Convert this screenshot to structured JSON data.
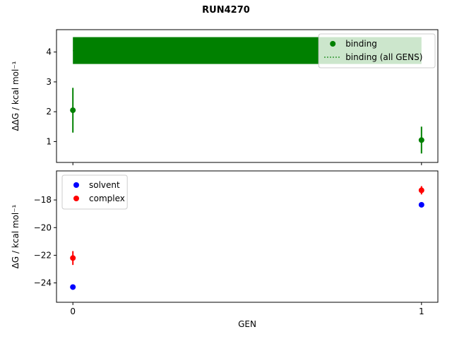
{
  "figure": {
    "title": "RUN4270",
    "xlabel": "GEN",
    "background": "#ffffff"
  },
  "chart_data": [
    {
      "type": "scatter",
      "subplot": "top",
      "ylabel": "ΔΔG / kcal mol⁻¹",
      "xlim": [
        -0.047,
        1.047
      ],
      "ylim": [
        0.3,
        4.75
      ],
      "yticks": [
        1,
        2,
        3,
        4
      ],
      "xticks": [
        0,
        1
      ],
      "show_xticklabels": false,
      "series": [
        {
          "name": "binding",
          "color": "#008000",
          "x": [
            0,
            1
          ],
          "y": [
            2.05,
            1.05
          ],
          "yerr": [
            0.75,
            0.45
          ]
        }
      ],
      "band": {
        "name": "binding (all GENS)",
        "color": "#008000",
        "x0": 0,
        "x1": 1,
        "mean": 4.05,
        "half_width": 0.45,
        "line_style": "dotted"
      },
      "legend": {
        "position": "upper right",
        "entries": [
          {
            "label": "binding",
            "marker": "dot",
            "color": "#008000"
          },
          {
            "label": "binding (all GENS)",
            "marker": "dotted-line",
            "color": "#008000"
          }
        ]
      }
    },
    {
      "type": "scatter",
      "subplot": "bottom",
      "ylabel": "ΔG / kcal mol⁻¹",
      "xlabel": "GEN",
      "xlim": [
        -0.047,
        1.047
      ],
      "ylim": [
        -25.4,
        -15.9
      ],
      "yticks": [
        -24,
        -22,
        -20,
        -18
      ],
      "xticks": [
        0,
        1
      ],
      "show_xticklabels": true,
      "series": [
        {
          "name": "solvent",
          "color": "#0000ff",
          "x": [
            0,
            1
          ],
          "y": [
            -24.3,
            -18.35
          ],
          "yerr": [
            0.15,
            0.1
          ]
        },
        {
          "name": "complex",
          "color": "#ff0000",
          "x": [
            0,
            1
          ],
          "y": [
            -22.2,
            -17.3
          ],
          "yerr": [
            0.5,
            0.3
          ]
        }
      ],
      "legend": {
        "position": "upper left",
        "entries": [
          {
            "label": "solvent",
            "marker": "dot",
            "color": "#0000ff"
          },
          {
            "label": "complex",
            "marker": "dot",
            "color": "#ff0000"
          }
        ]
      }
    }
  ]
}
